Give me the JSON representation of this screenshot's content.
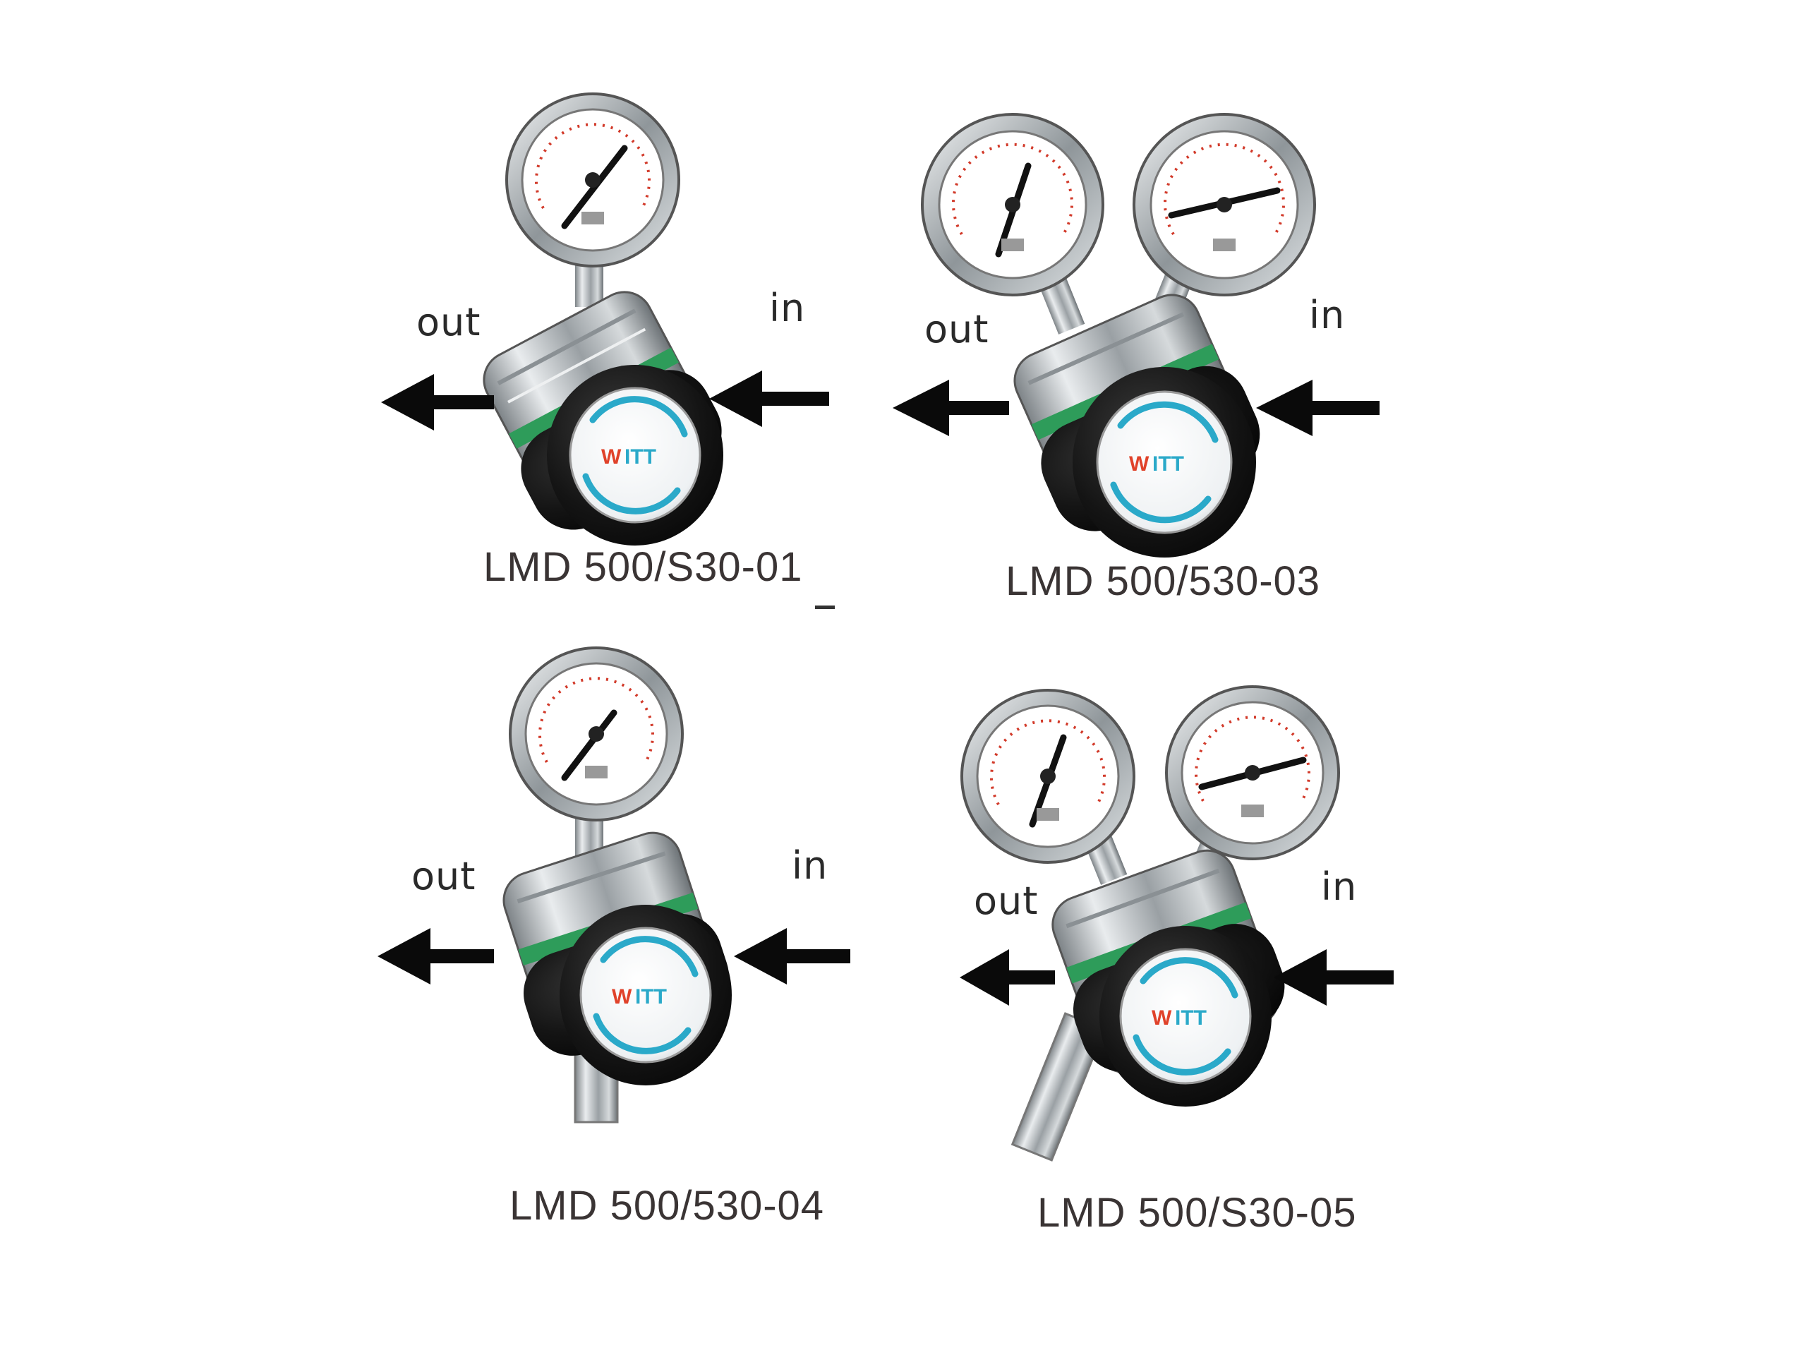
{
  "regulators": [
    {
      "model": "LMD 500/S30-01",
      "out_label": "out",
      "in_label": "in",
      "gauges": 1,
      "outlet_pipe": "none"
    },
    {
      "model": "LMD 500/530-03",
      "out_label": "out",
      "in_label": "in",
      "gauges": 2,
      "outlet_pipe": "none"
    },
    {
      "model": "LMD 500/530-04",
      "out_label": "out",
      "in_label": "in",
      "gauges": 1,
      "outlet_pipe": "straight"
    },
    {
      "model": "LMD 500/S30-05",
      "out_label": "out",
      "in_label": "in",
      "gauges": 2,
      "outlet_pipe": "angled"
    }
  ],
  "logo": "WITT",
  "colors": {
    "green_band": "#2e9c5a",
    "knob": "#161616",
    "metal": "#b8bcbf",
    "gauge_scale_red": "#d23a2a",
    "arrow": "#0a0a0a",
    "logo_red": "#e0422a",
    "logo_blue": "#2aa9c9"
  }
}
